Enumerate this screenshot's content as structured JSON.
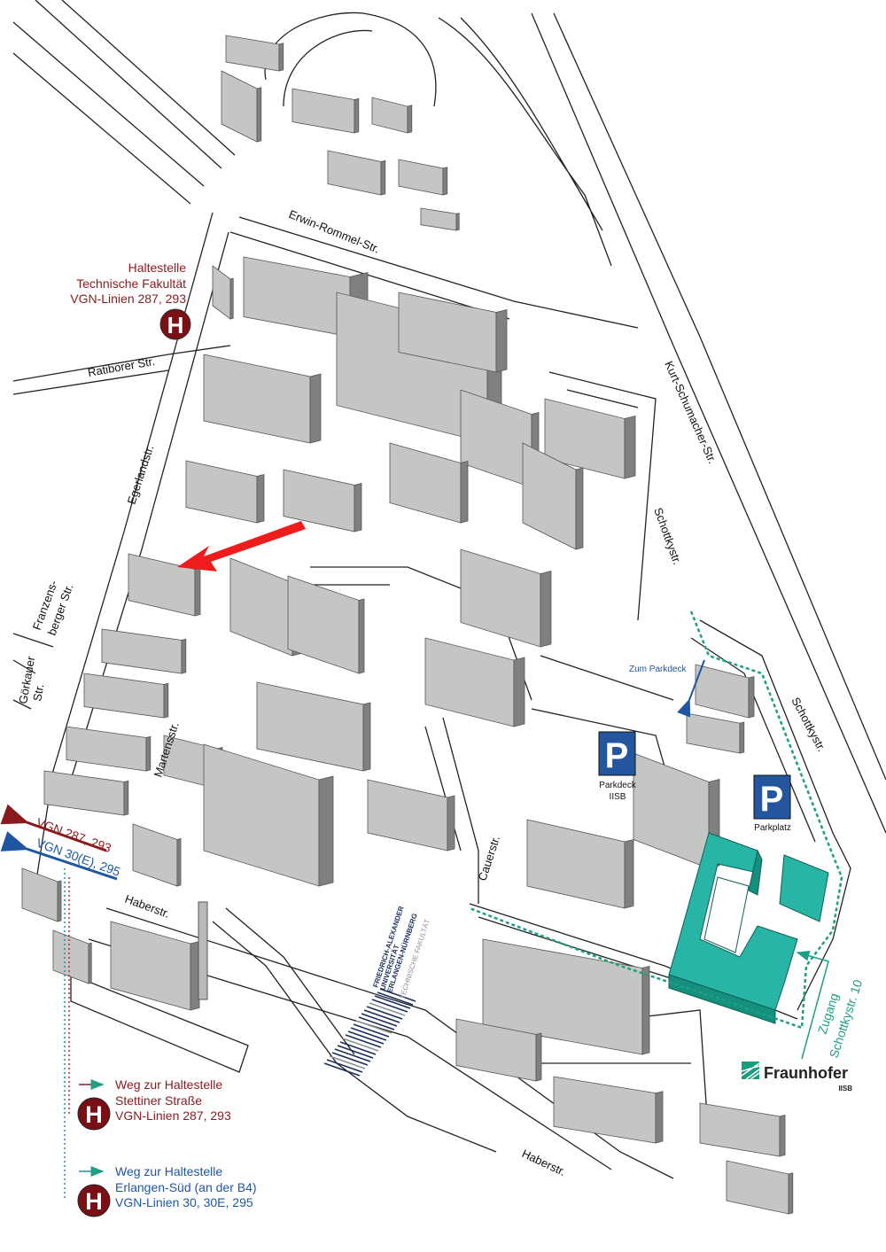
{
  "streets": {
    "erwin_rommel": "Erwin-Rommel-Str.",
    "kurt_schumacher": "Kurt-Schumacher-Str.",
    "schottky_1": "Schottkystr.",
    "schottky_2": "Schottkystr.",
    "ratiborer": "Ratiborer Str.",
    "egerland": "Egerlandstr.",
    "franzensberger_1": "Franzens-",
    "franzensberger_2": "berger Str.",
    "goerkauer_1": "Görkauer",
    "goerkauer_2": "Str.",
    "martens": "Martensstr.",
    "cauer": "Cauerstr.",
    "haber_1": "Haberstr.",
    "haber_2": "Haberstr."
  },
  "bus_stop_top": {
    "line1": "Haltestelle",
    "line2": "Technische Fakultät",
    "line3": "VGN-Linien 287, 293",
    "icon": "H"
  },
  "bus_routes": {
    "red": "VGN 287, 293",
    "blue": "VGN 30(E), 295"
  },
  "parking": {
    "to_parkdeck": "Zum Parkdeck",
    "sign": "P",
    "parkdeck_1": "Parkdeck",
    "parkdeck_2": "IISB",
    "parkplatz": "Parkplatz"
  },
  "access": {
    "line1": "Zugang",
    "line2": "Schottkystr. 10"
  },
  "fau_logo": {
    "line1": "FRIEDRICH-ALEXANDER",
    "line2": "UNIVERSITÄT",
    "line3": "ERLANGEN-NÜRNBERG",
    "line4": "TECHNISCHE FAKULTÄT"
  },
  "fraunhofer": {
    "name": "Fraunhofer",
    "unit": "IISB"
  },
  "legend": [
    {
      "line1": "Weg zur Haltestelle",
      "line2": "Stettiner Straße",
      "line3": "VGN-Linien 287, 293",
      "icon": "H"
    },
    {
      "line1": "Weg zur Haltestelle",
      "line2": "Erlangen-Süd (an der B4)",
      "line3": "VGN-Linien 30, 30E, 295",
      "icon": "H"
    }
  ],
  "colors": {
    "red": "#8b1a1f",
    "blue": "#1f56a3",
    "teal": "#29b5a5",
    "parking": "#2456a0",
    "building": "#c4c6c4"
  }
}
